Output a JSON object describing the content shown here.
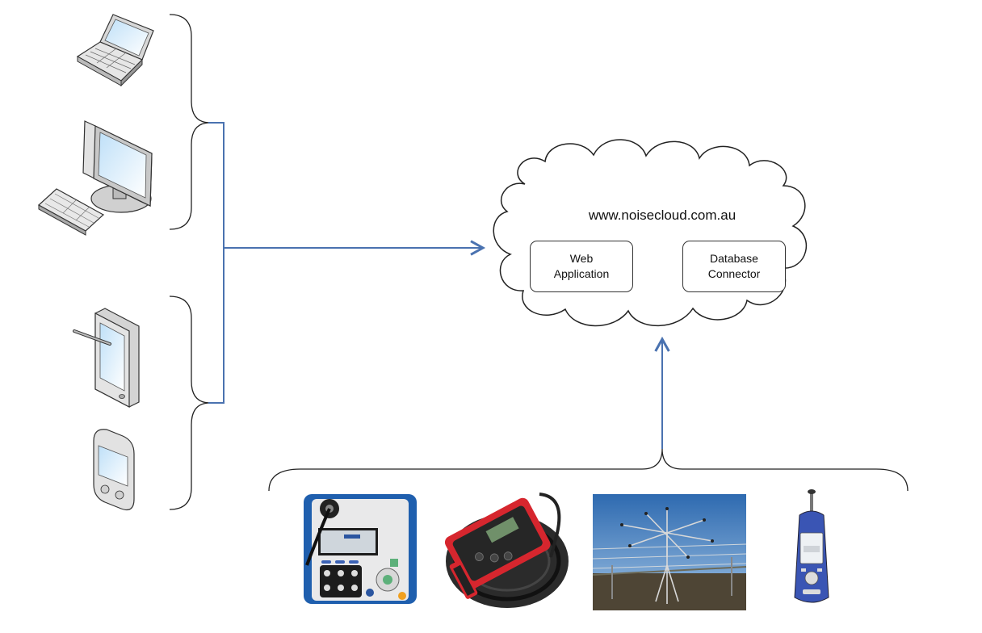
{
  "cloud": {
    "url_label": "www.noisecloud.com.au",
    "components": [
      {
        "line1": "Web",
        "line2": "Application"
      },
      {
        "line1": "Database",
        "line2": "Connector"
      }
    ]
  },
  "clients": [
    "laptop-icon",
    "desktop-computer-icon",
    "tablet-with-stylus-icon",
    "handheld-pda-icon"
  ],
  "instruments": [
    "vibration-meter-photo",
    "noise-logger-photo",
    "microphone-array-photo",
    "sound-level-meter-photo"
  ],
  "colors": {
    "connector": "#4a72b0",
    "brace": "#222222",
    "cloud_outline": "#222222",
    "logger_red": "#d6262e",
    "meter_blue": "#3a55b4",
    "sky_blue": "#3f78b8"
  }
}
